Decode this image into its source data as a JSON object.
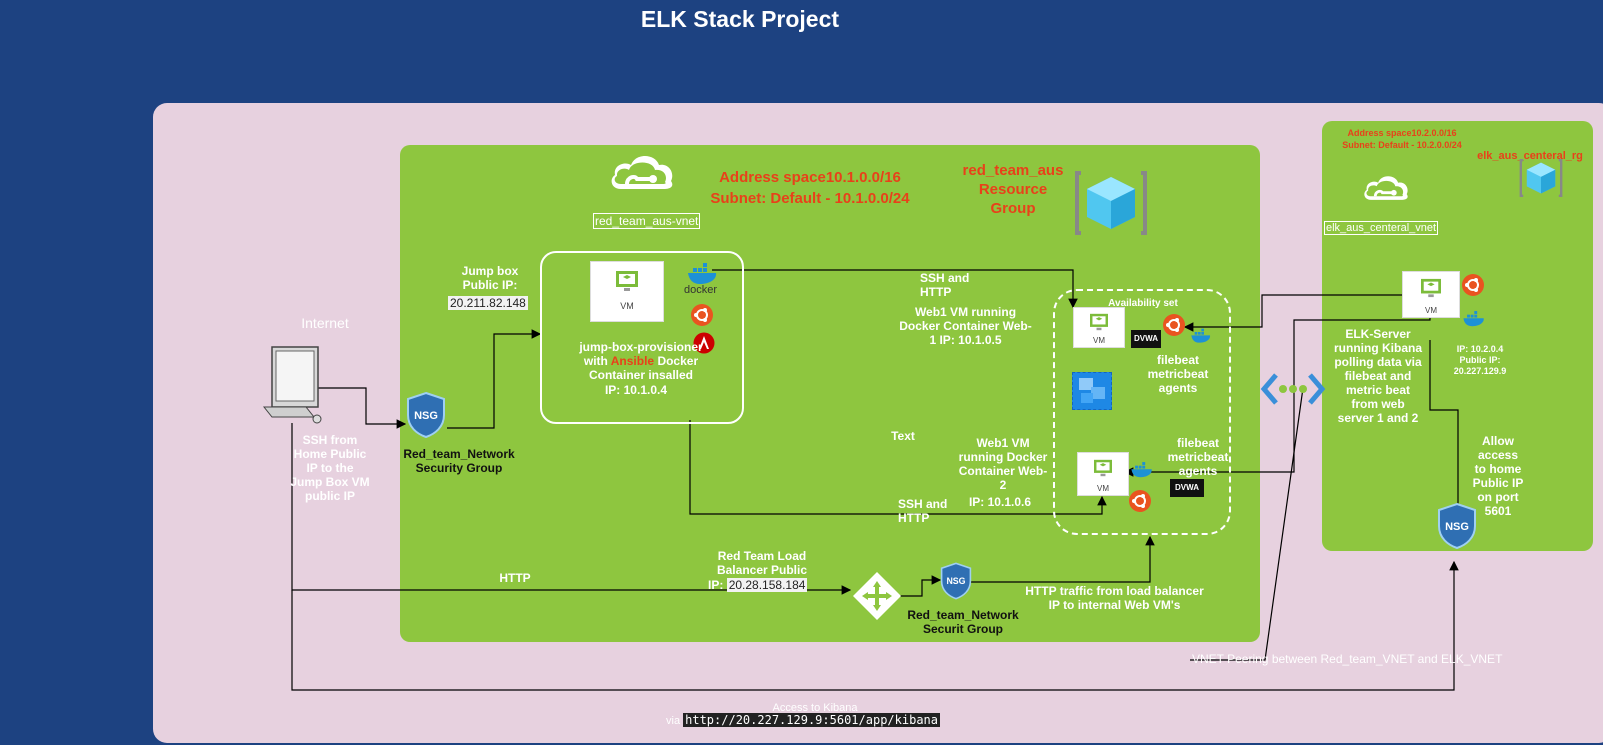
{
  "title": "ELK Stack Project",
  "internet": {
    "label": "Internet",
    "ssh_note": "SSH from Home Public IP to the Jump Box VM public IP"
  },
  "nsg1": {
    "badge": "NSG",
    "label": "Red_team_Network Security Group"
  },
  "jumpbox": {
    "public_label": "Jump box Public IP:",
    "public_ip": "20.211.82.148",
    "vm_label": "VM",
    "docker_label": "docker",
    "desc_1": "jump-box-provisioner with",
    "ansible": "Ansible",
    "desc_2": "Docker Container insalled",
    "ip": "IP: 10.1.0.4"
  },
  "red_vnet": {
    "address_space": "Address space10.1.0.0/16",
    "subnet": "Subnet: Default - 10.1.0.0/24",
    "vnet_name": "red_team_aus-vnet",
    "rg_label": "red_team_aus Resource Group"
  },
  "availability_set": "Availability set",
  "web1": {
    "label": "Web1 VM running Docker Container  Web-1 IP: 10.1.0.5",
    "agents": "filebeat metricbeat agents"
  },
  "web2": {
    "label": "Web1 VM running  Docker Container  Web-2",
    "ip": "IP: 10.1.0.6",
    "agents": "filebeat metricbeat agents"
  },
  "dvwa": "DVWA",
  "ssh_http_top": "SSH and HTTP",
  "ssh_http_bottom": "SSH and HTTP",
  "text_label": "Text",
  "http_label": "HTTP",
  "load_balancer": {
    "label_1": "Red Team Load Balancer Public",
    "label_2": "IP:",
    "ip": "20.28.158.184"
  },
  "nsg2": {
    "badge": "NSG",
    "label": "Red_team_Network Securit Group"
  },
  "http_traffic": "HTTP traffic from load balancer IP to internal Web VM's",
  "elk": {
    "address_space": "Address space10.2.0.0/16",
    "subnet": "Subnet: Default - 10.2.0.0/24",
    "rg_label": "elk_aus_centeral_rg",
    "vnet_name": "elk_aus_centeral_vnet",
    "server_desc": "ELK-Server running Kibana polling data via filebeat and metric beat from web server 1 and 2",
    "ip_line_1": "IP: 10.2.0.4",
    "ip_line_2": "Public IP:",
    "ip_line_3": "20.227.129.9",
    "allow_access": "Allow access to home Public IP on port 5601"
  },
  "nsg3": {
    "badge": "NSG"
  },
  "vnet_peering": "VNET Peering between Red_team_VNET and ELK_VNET",
  "kibana": {
    "label": "Access to Kibana",
    "via": "via",
    "url": "http://20.227.129.9:5601/app/kibana"
  },
  "colors": {
    "background": "#1d4281",
    "outer_panel": "#e7d1df",
    "vnet_green": "#8ec63f",
    "accent_red": "#e8411a"
  }
}
